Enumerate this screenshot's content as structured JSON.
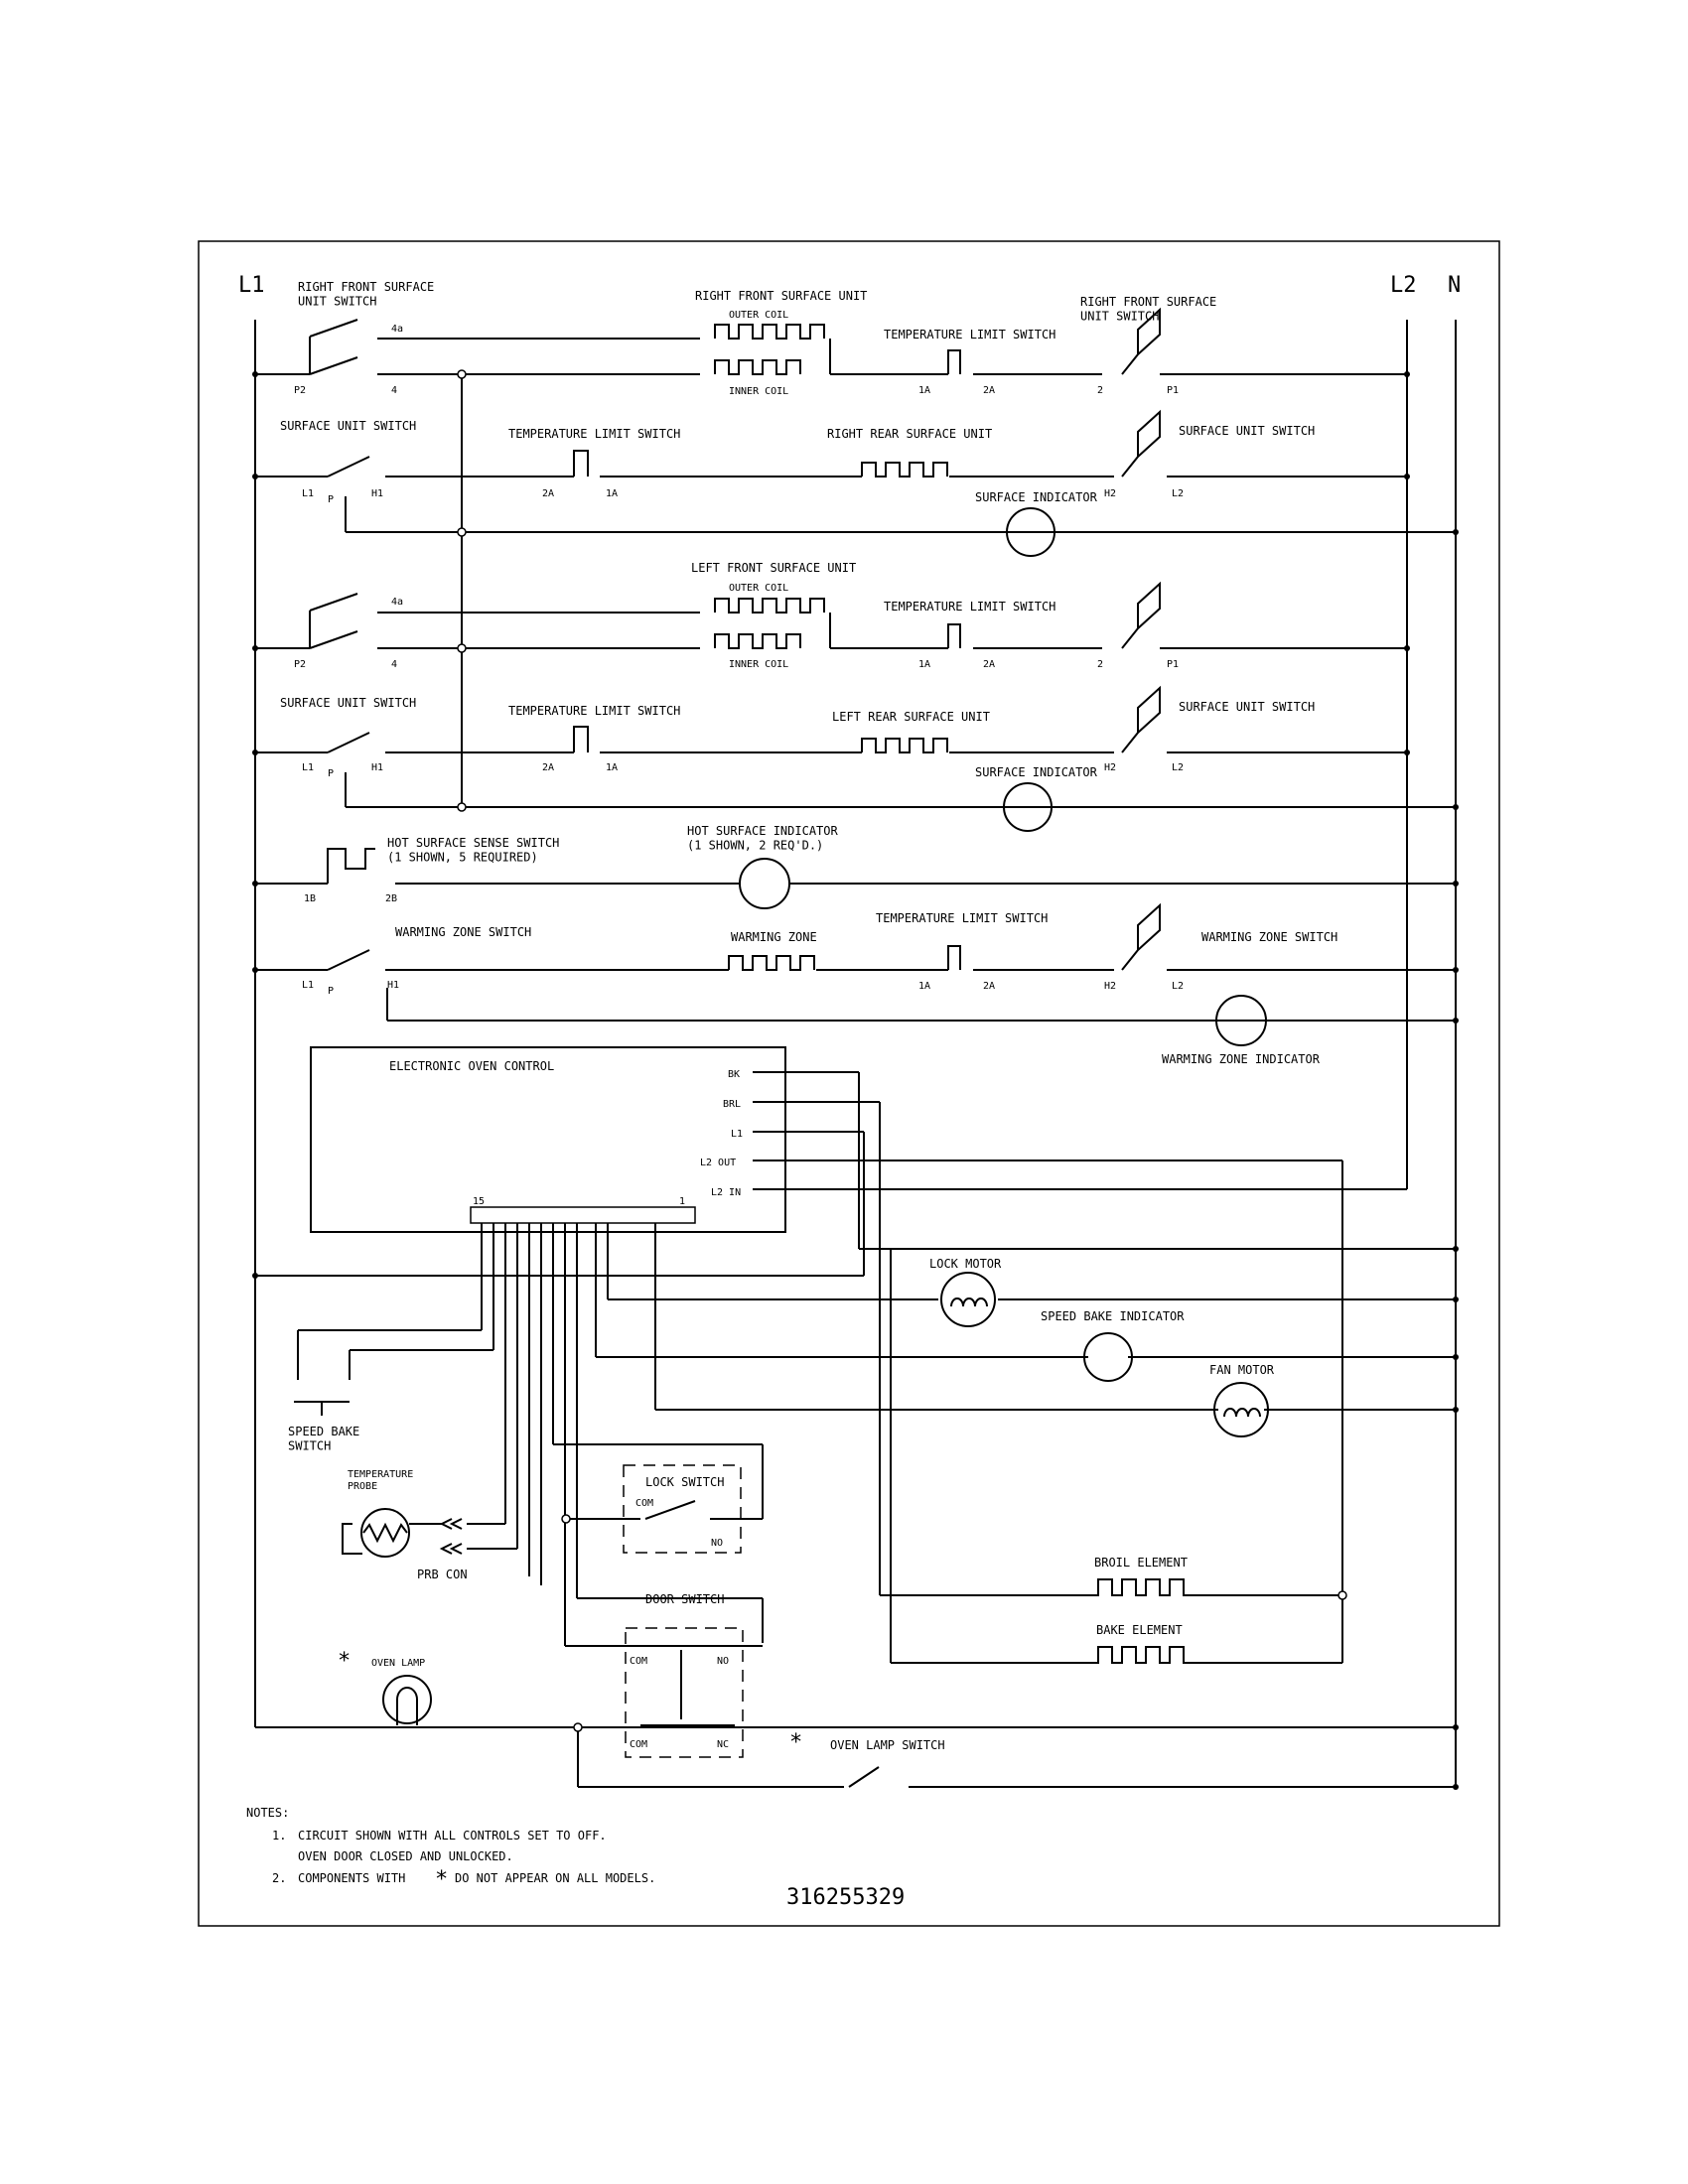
{
  "rails": {
    "l1": "L1",
    "l2": "L2",
    "n": "N"
  },
  "row1": {
    "switch_label": "RIGHT FRONT SURFACE\nUNIT SWITCH",
    "unit_label": "RIGHT FRONT SURFACE UNIT",
    "outer_coil": "OUTER COIL",
    "inner_coil": "INNER COIL",
    "tls_label": "TEMPERATURE LIMIT SWITCH",
    "right_switch_label": "RIGHT FRONT SURFACE\nUNIT SWITCH",
    "t_4a": "4a",
    "t_4": "4",
    "t_p2": "P2",
    "t_1a": "1A",
    "t_2a": "2A",
    "t_2": "2",
    "t_p1": "P1"
  },
  "row2": {
    "switch_label": "SURFACE UNIT SWITCH",
    "tls_label": "TEMPERATURE LIMIT SWITCH",
    "unit_label": "RIGHT REAR SURFACE UNIT",
    "right_switch_label": "SURFACE UNIT SWITCH",
    "indicator_label": "SURFACE INDICATOR",
    "t_l1": "L1",
    "t_p": "P",
    "t_h1": "H1",
    "t_2a": "2A",
    "t_1a": "1A",
    "t_h2": "H2",
    "t_l2": "L2"
  },
  "row3": {
    "unit_label": "LEFT FRONT SURFACE UNIT",
    "outer_coil": "OUTER COIL",
    "inner_coil": "INNER COIL",
    "tls_label": "TEMPERATURE LIMIT SWITCH",
    "t_4a": "4a",
    "t_4": "4",
    "t_p2": "P2",
    "t_1a": "1A",
    "t_2a": "2A",
    "t_2": "2",
    "t_p1": "P1"
  },
  "row4": {
    "switch_label": "SURFACE UNIT SWITCH",
    "tls_label": "TEMPERATURE LIMIT SWITCH",
    "unit_label": "LEFT REAR SURFACE UNIT",
    "right_switch_label": "SURFACE UNIT SWITCH",
    "indicator_label": "SURFACE INDICATOR",
    "t_l1": "L1",
    "t_p": "P",
    "t_h1": "H1",
    "t_2a": "2A",
    "t_1a": "1A",
    "t_h2": "H2",
    "t_l2": "L2"
  },
  "row5": {
    "sense_label": "HOT SURFACE SENSE SWITCH\n(1 SHOWN, 5 REQUIRED)",
    "indicator_label": "HOT SURFACE INDICATOR\n(1 SHOWN, 2 REQ'D.)",
    "t_1b": "1B",
    "t_2b": "2B"
  },
  "row6": {
    "switch_label": "WARMING ZONE SWITCH",
    "zone_label": "WARMING ZONE",
    "tls_label": "TEMPERATURE LIMIT SWITCH",
    "right_switch_label": "WARMING ZONE SWITCH",
    "indicator_label": "WARMING ZONE INDICATOR",
    "t_l1": "L1",
    "t_p": "P",
    "t_h1": "H1",
    "t_1a": "1A",
    "t_2a": "2A",
    "t_h2": "H2",
    "t_l2": "L2"
  },
  "control": {
    "title": "ELECTRONIC OVEN CONTROL",
    "pins": [
      "BK",
      "BRL",
      "L1",
      "L2 OUT",
      "L2 IN"
    ],
    "conn_15": "15",
    "conn_1": "1"
  },
  "lower": {
    "lock_motor": "LOCK MOTOR",
    "speed_bake_indicator": "SPEED BAKE INDICATOR",
    "fan_motor": "FAN MOTOR",
    "speed_bake_switch": "SPEED BAKE\nSWITCH",
    "temp_probe": "TEMPERATURE\nPROBE",
    "prb_con": "PRB CON",
    "lock_switch": "LOCK SWITCH",
    "com": "COM",
    "no": "NO",
    "nc": "NC",
    "door_switch": "DOOR SWITCH",
    "broil_element": "BROIL ELEMENT",
    "bake_element": "BAKE ELEMENT",
    "oven_lamp": "OVEN LAMP",
    "oven_lamp_switch": "OVEN LAMP SWITCH",
    "asterisk": "*"
  },
  "notes": {
    "heading": "NOTES:",
    "n1_num": "1.",
    "n1_line1": "CIRCUIT SHOWN WITH ALL CONTROLS SET TO OFF.",
    "n1_line2": "OVEN DOOR CLOSED AND UNLOCKED.",
    "n2_num": "2.",
    "n2_a": "COMPONENTS WITH",
    "n2_star": "*",
    "n2_b": "DO NOT APPEAR ON ALL MODELS."
  },
  "part_number": "316255329"
}
